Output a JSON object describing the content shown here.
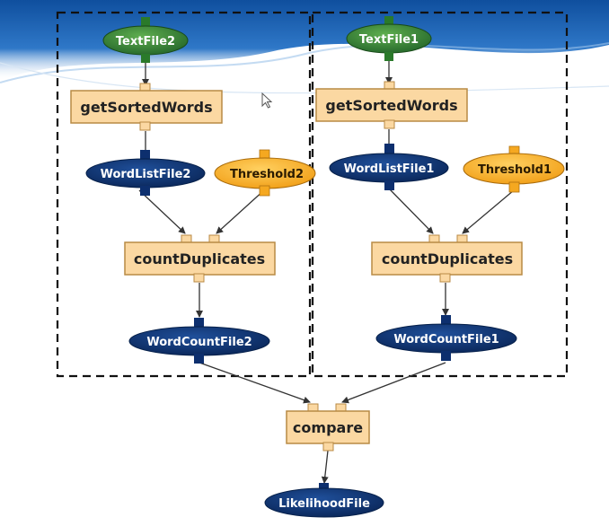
{
  "workflow": {
    "left_branch": {
      "input": "TextFile2",
      "sort_process": "getSortedWords",
      "word_list": "WordListFile2",
      "threshold": "Threshold2",
      "count_process": "countDuplicates",
      "word_count": "WordCountFile2"
    },
    "right_branch": {
      "input": "TextFile1",
      "sort_process": "getSortedWords",
      "word_list": "WordListFile1",
      "threshold": "Threshold1",
      "count_process": "countDuplicates",
      "word_count": "WordCountFile1"
    },
    "compare_process": "compare",
    "output": "LikelihoodFile"
  },
  "colors": {
    "input_node_fill": "#2f7a2f",
    "data_node_fill": "#0d2f6e",
    "threshold_fill": "#f5a820",
    "process_fill": "#fbd8a2",
    "process_border": "#b88a44",
    "arrow": "#333333",
    "group_border": "#111111",
    "background_band": "#1f62b5"
  }
}
